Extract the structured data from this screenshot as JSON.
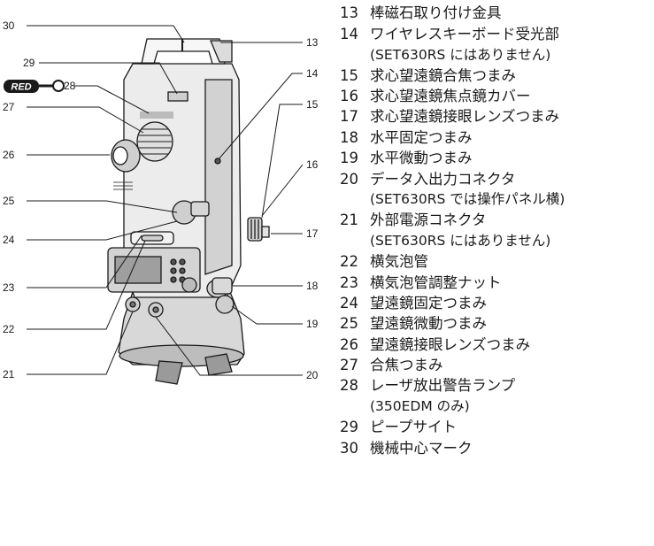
{
  "figure": {
    "red_logo": "RED",
    "callouts": [
      "30",
      "29",
      "28",
      "27",
      "26",
      "25",
      "24",
      "23",
      "22",
      "21",
      "13",
      "14",
      "15",
      "16",
      "17",
      "18",
      "19",
      "20"
    ]
  },
  "legend": [
    {
      "number": "13",
      "label": "棒磁石取り付け金具"
    },
    {
      "number": "14",
      "label": "ワイヤレスキーボード受光部"
    },
    {
      "number": "",
      "label": "(SET630RS にはありません)"
    },
    {
      "number": "15",
      "label": "求心望遠鏡合焦つまみ"
    },
    {
      "number": "16",
      "label": "求心望遠鏡焦点鏡カバー"
    },
    {
      "number": "17",
      "label": "求心望遠鏡接眼レンズつまみ"
    },
    {
      "number": "18",
      "label": "水平固定つまみ"
    },
    {
      "number": "19",
      "label": "水平微動つまみ"
    },
    {
      "number": "20",
      "label": "データ入出力コネクタ"
    },
    {
      "number": "",
      "label": "(SET630RS では操作パネル横)"
    },
    {
      "number": "21",
      "label": "外部電源コネクタ"
    },
    {
      "number": "",
      "label": "(SET630RS にはありません)"
    },
    {
      "number": "22",
      "label": "横気泡管"
    },
    {
      "number": "23",
      "label": "横気泡管調整ナット"
    },
    {
      "number": "24",
      "label": "望遠鏡固定つまみ"
    },
    {
      "number": "25",
      "label": "望遠鏡微動つまみ"
    },
    {
      "number": "26",
      "label": "望遠鏡接眼レンズつまみ"
    },
    {
      "number": "27",
      "label": "合焦つまみ"
    },
    {
      "number": "28",
      "label": "レーザ放出警告ランプ"
    },
    {
      "number": "",
      "label": "(350EDM のみ)"
    },
    {
      "number": "29",
      "label": "ピープサイト"
    },
    {
      "number": "30",
      "label": "機械中心マーク"
    }
  ]
}
